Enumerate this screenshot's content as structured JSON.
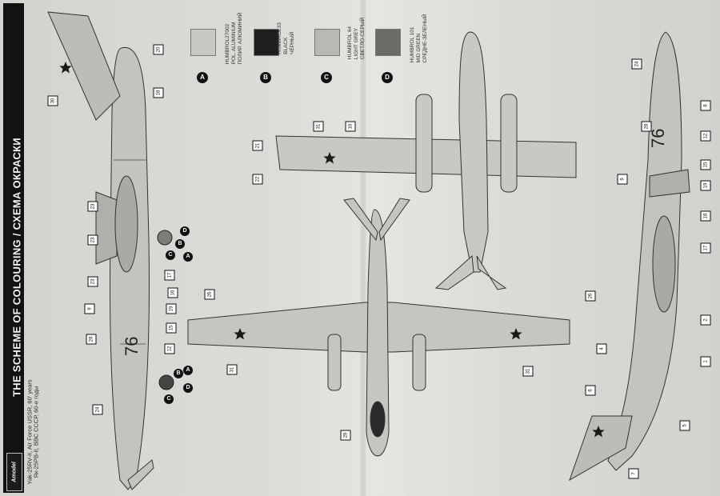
{
  "title": "THE SCHEME OF COLOURING / СХЕМА ОКРАСКИ",
  "subtitle_en": "Yak-25RV-II, Air Force USSR, 60' years",
  "subtitle_ru": "Як-25РВ-II, ВВС СССР, 60-е годы",
  "brand": "Amodel",
  "swatches": [
    {
      "key": "A",
      "color": "#c9c8c4",
      "line1": "HUMBROL27002",
      "line2": "POL. ALUMINIUM",
      "line3": "ПОЛИР. АЛЮМИНИЙ"
    },
    {
      "key": "B",
      "color": "#1e1e1e",
      "line1": "HUMBROL33",
      "line2": "BLACK",
      "line3": "ЧЁРНЫЙ"
    },
    {
      "key": "C",
      "color": "#b9b8b4",
      "line1": "HUMBROL 64",
      "line2": "LIGHT GREY",
      "line3": "СВЕТЛО-СЕРЫЙ"
    },
    {
      "key": "D",
      "color": "#6c6b67",
      "line1": "HUMBROL 101",
      "line2": "MID GREEN",
      "line3": "СРЕДНЕ-ЗЕЛЕНЫЙ"
    }
  ],
  "aircraft_number": "76",
  "callouts": [
    "20",
    "30",
    "18",
    "21",
    "22",
    "31",
    "10",
    "23",
    "23",
    "23",
    "9",
    "28",
    "12",
    "24",
    "29",
    "26",
    "31",
    "26",
    "31",
    "17",
    "16",
    "19",
    "15",
    "24",
    "8",
    "28",
    "12",
    "9",
    "15",
    "19",
    "18",
    "17",
    "2",
    "4",
    "1",
    "6",
    "5",
    "7"
  ],
  "colour_codes": [
    "A",
    "B",
    "C",
    "D",
    "C",
    "D",
    "A",
    "B"
  ]
}
